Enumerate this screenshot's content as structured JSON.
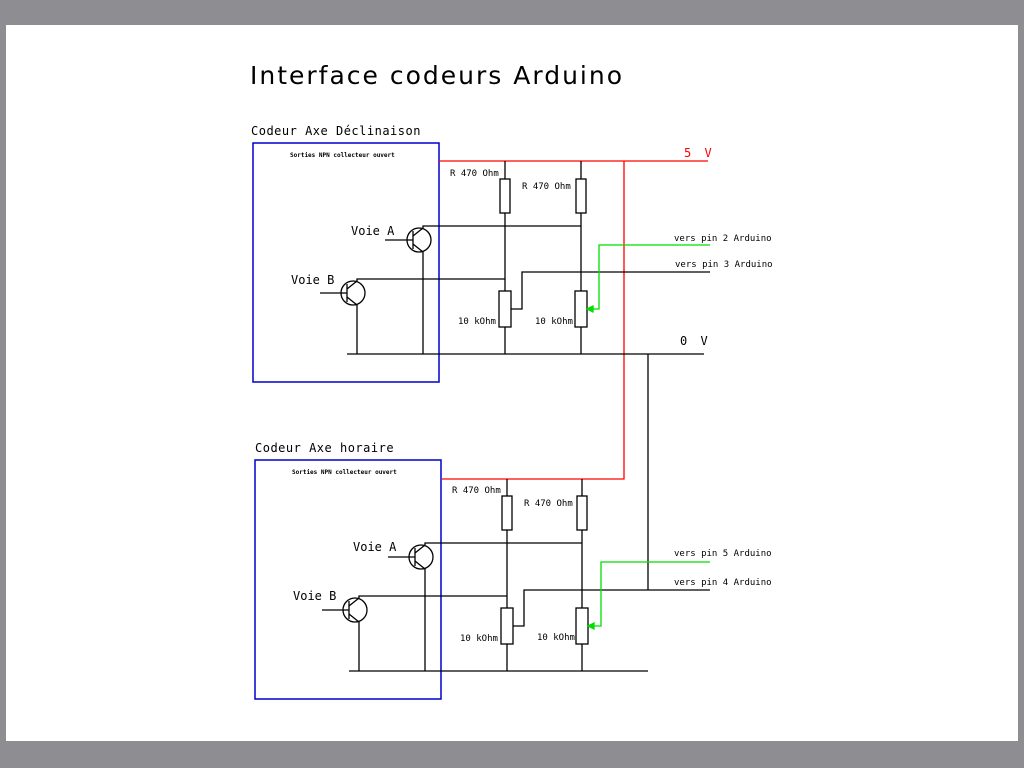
{
  "title": "Interface codeurs Arduino",
  "rails": {
    "vcc": "5 V",
    "gnd": "0 V"
  },
  "colors": {
    "vcc_wire": "#ff0000",
    "signal_wire": "#00dd00",
    "encoder_box": "#0000cc",
    "wire": "#000000",
    "background": "#8e8e92"
  },
  "encoders": [
    {
      "name": "Codeur Axe Déclinaison",
      "box_label": "Sorties NPN collecteur ouvert",
      "channel_a": "Voie A",
      "channel_b": "Voie B",
      "pullup_1": "R 470 Ohm",
      "pullup_2": "R 470 Ohm",
      "pot_1": "10 kOhm",
      "pot_2": "10 kOhm",
      "out_green": "vers pin 2 Arduino",
      "out_black": "vers pin 3 Arduino"
    },
    {
      "name": "Codeur Axe horaire",
      "box_label": "Sorties NPN collecteur ouvert",
      "channel_a": "Voie A",
      "channel_b": "Voie B",
      "pullup_1": "R 470 Ohm",
      "pullup_2": "R 470 Ohm",
      "pot_1": "10 kOhm",
      "pot_2": "10 kOhm",
      "out_green": "vers pin 5 Arduino",
      "out_black": "vers pin 4 Arduino"
    }
  ]
}
